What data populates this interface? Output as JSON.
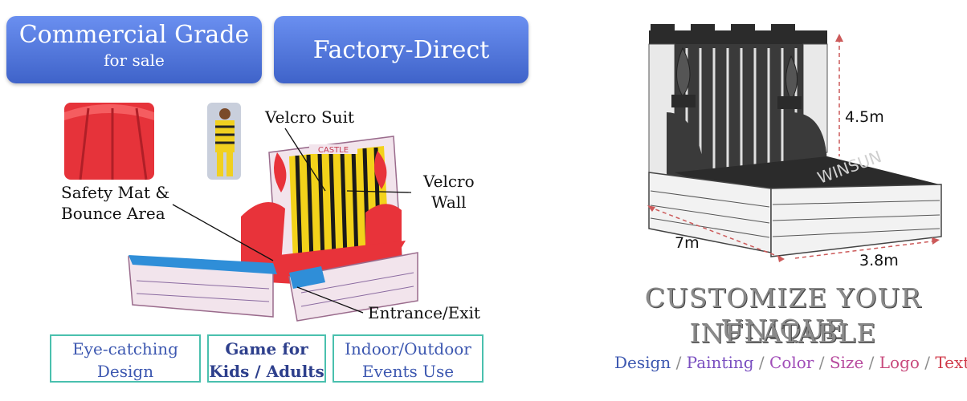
{
  "badges": {
    "commercial_title": "Commercial Grade",
    "commercial_sub": "for sale",
    "factory": "Factory-Direct"
  },
  "labels": {
    "velcro_suit": "Velcro Suit",
    "safety_mat_1": "Safety Mat &",
    "safety_mat_2": "Bounce Area",
    "velcro_wall_1": "Velcro",
    "velcro_wall_2": "Wall",
    "entrance": "Entrance/Exit",
    "castle_sign": "CASTLE"
  },
  "features": [
    {
      "line1": "Eye-catching",
      "line2": "Design"
    },
    {
      "line1": "Game for",
      "line2": "Kids / Adults"
    },
    {
      "line1": "Indoor/Outdoor",
      "line2": "Events Use"
    }
  ],
  "dimensions": {
    "height": "4.5m",
    "length": "7m",
    "width": "3.8m"
  },
  "headline": {
    "line1": "CUSTOMIZE YOUR UNIQUE",
    "line2": "INFLATABLE"
  },
  "tags": {
    "items": [
      "Design",
      "Painting",
      "Color",
      "Size",
      "Logo",
      "Text"
    ],
    "separator": " / "
  },
  "watermark": "WINSUN",
  "colors": {
    "badge_blue": "#4f74dc",
    "feature_border": "#4ac0ae",
    "tag_design": "#3c57b0",
    "tag_painting": "#7a4fc0",
    "tag_color": "#a04cb8",
    "tag_size": "#b84c9e",
    "tag_logo": "#c84a7c",
    "tag_text": "#d03a4a"
  }
}
